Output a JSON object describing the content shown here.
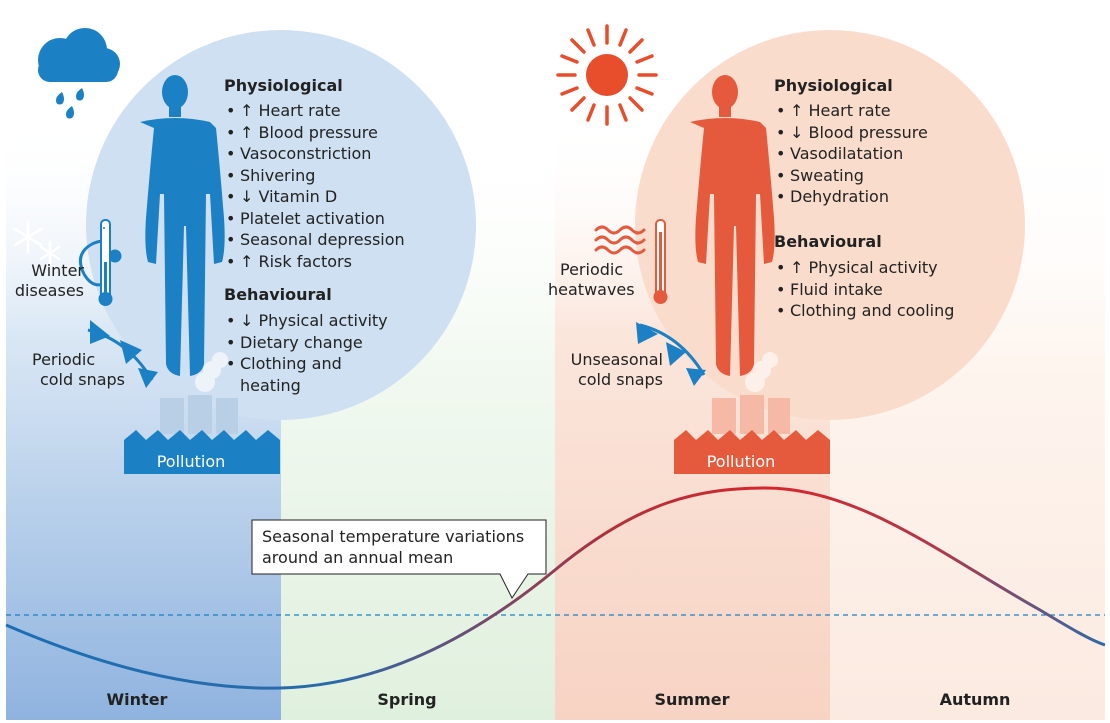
{
  "seasons": [
    "Winter",
    "Spring",
    "Summer",
    "Autumn"
  ],
  "colors": {
    "winter_band": "#9dbde3",
    "spring_band": "#e7f3e6",
    "summer_band": "#f9ddd0",
    "autumn_band": "#fdf1ea",
    "cold_circle": "#cfe0f2",
    "warm_circle": "#fadccc",
    "cold_figure": "#1b80c4",
    "warm_figure": "#e55a3c",
    "sun": "#e84d2c",
    "curve_cold": "#1a6fb5",
    "curve_warm": "#d7262c"
  },
  "callout": {
    "line1": "Seasonal temperature variations",
    "line2": "around an annual mean"
  },
  "cold": {
    "icon": "rain-cloud-icon",
    "physiological_heading": "Physiological",
    "physiological": [
      "↑ Heart rate",
      "↑ Blood pressure",
      "Vasoconstriction",
      "Shivering",
      "↓ Vitamin D",
      "Platelet activation",
      "Seasonal depression",
      "↑ Risk factors"
    ],
    "behavioural_heading": "Behavioural",
    "behavioural": [
      "↓ Physical activity",
      "Dietary change",
      "Clothing and heating"
    ],
    "label_diseases_1": "Winter",
    "label_diseases_2": "diseases",
    "label_snaps_1": "Periodic",
    "label_snaps_2": "cold snaps",
    "pollution": "Pollution"
  },
  "warm": {
    "icon": "sun-icon",
    "physiological_heading": "Physiological",
    "physiological": [
      "↑ Heart rate",
      "↓ Blood pressure",
      "Vasodilatation",
      "Sweating",
      "Dehydration"
    ],
    "behavioural_heading": "Behavioural",
    "behavioural": [
      "↑ Physical activity",
      "Fluid intake",
      "Clothing and cooling"
    ],
    "label_heat_1": "Periodic",
    "label_heat_2": "heatwaves",
    "label_snaps_1": "Unseasonal",
    "label_snaps_2": "cold snaps",
    "pollution": "Pollution"
  }
}
